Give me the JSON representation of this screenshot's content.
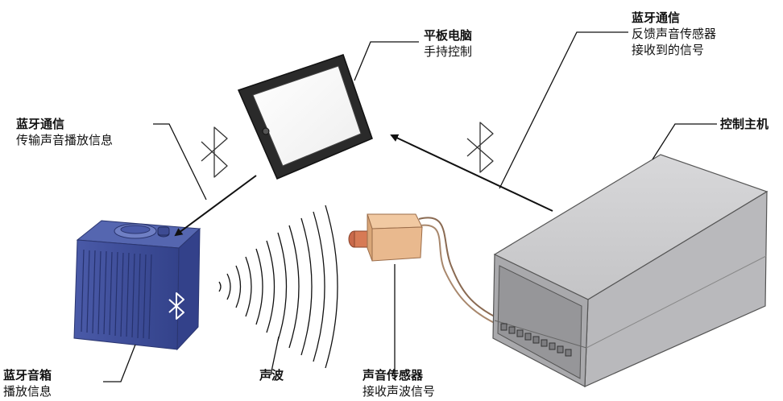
{
  "labels": {
    "tablet": {
      "title": "平板电脑",
      "sub": "手持控制"
    },
    "bt_return": {
      "title": "蓝牙通信",
      "line1": "反馈声音传感器",
      "line2": "接收到的信号"
    },
    "bt_send": {
      "title": "蓝牙通信",
      "sub": "传输声音播放信息"
    },
    "controller": {
      "title": "控制主机"
    },
    "speaker": {
      "title": "蓝牙音箱",
      "sub": "播放信息"
    },
    "wave": {
      "title": "声波"
    },
    "sensor": {
      "title": "声音传感器",
      "sub": "接收声波信号"
    }
  },
  "icons": [
    "bluetooth-symbol",
    "bluetooth-symbol",
    "bluetooth-symbol"
  ],
  "colors": {
    "speaker_body": "#3f4f9a",
    "sensor_body": "#e9b98e",
    "sensor_cap": "#d77a55",
    "host_body": "#c9c9cc",
    "tablet_frame": "#2a2a2a"
  }
}
